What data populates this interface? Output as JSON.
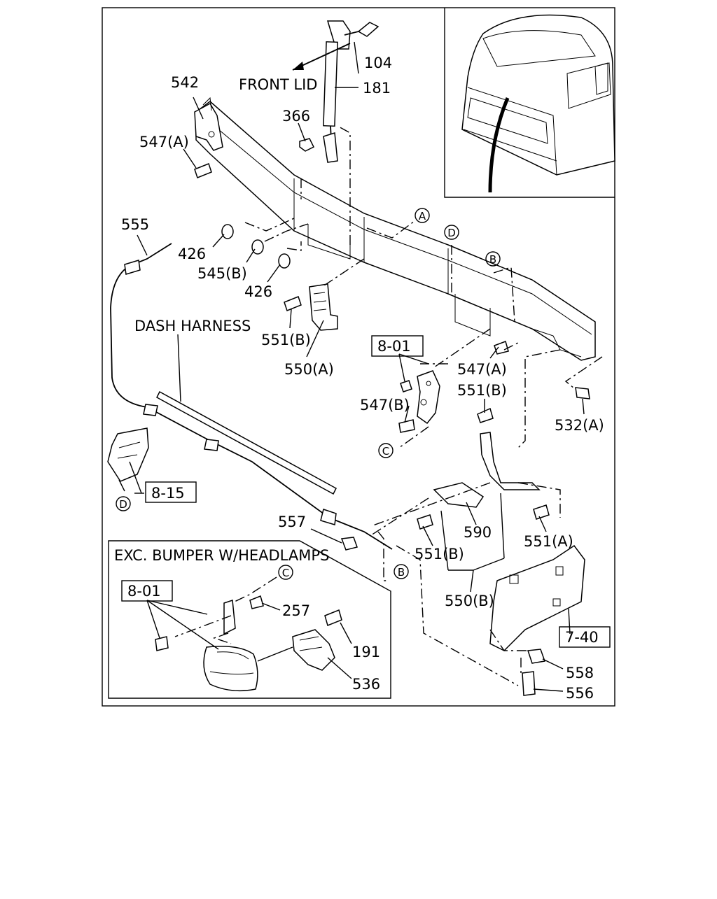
{
  "callouts": {
    "p104": "104",
    "p542": "542",
    "front_lid": "FRONT LID",
    "p181": "181",
    "p366": "366",
    "p547a_top": "547(A)",
    "p555": "555",
    "p426_top": "426",
    "p545b": "545(B)",
    "p426_bottom": "426",
    "p551b_left": "551(B)",
    "dash_harness": "DASH HARNESS",
    "p550a": "550(A)",
    "ref_801_main": "8-01",
    "p547a_right": "547(A)",
    "p551b_right": "551(B)",
    "p547b": "547(B)",
    "p532a": "532(A)",
    "ref_815": "8-15",
    "p557": "557",
    "p590": "590",
    "p551b_bottom": "551(B)",
    "p551a": "551(A)",
    "p550b": "550(B)",
    "ref_740": "7-40",
    "p558": "558",
    "p556": "556"
  },
  "circle_refs": {
    "a": "A",
    "d_top": "D",
    "b_top": "B",
    "c_bracket": "C",
    "d_left": "D",
    "b_bottom": "B",
    "c_inset": "C"
  },
  "inset": {
    "title": "EXC. BUMPER W/HEADLAMPS",
    "ref_801": "8-01",
    "p257": "257",
    "p191": "191",
    "p536": "536"
  }
}
